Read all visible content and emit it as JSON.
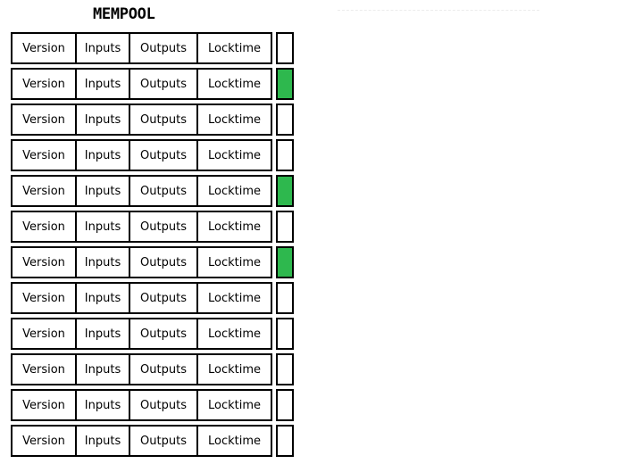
{
  "page": {
    "title": "MEMPOOL",
    "background_color": "#ffffff"
  },
  "colors": {
    "border": "#000000",
    "text": "#000000",
    "indicator_on": "#2eb84e",
    "indicator_off": "#ffffff",
    "faint_divider": "#ececec"
  },
  "mempool": {
    "heading": "MEMPOOL",
    "field_labels": {
      "version": "Version",
      "inputs": "Inputs",
      "outputs": "Outputs",
      "locktime": "Locktime"
    },
    "row_count": 12,
    "selected_row_indices": [
      1,
      4,
      6
    ],
    "rows": [
      {
        "version": "Version",
        "inputs": "Inputs",
        "outputs": "Outputs",
        "locktime": "Locktime",
        "selected": false
      },
      {
        "version": "Version",
        "inputs": "Inputs",
        "outputs": "Outputs",
        "locktime": "Locktime",
        "selected": true
      },
      {
        "version": "Version",
        "inputs": "Inputs",
        "outputs": "Outputs",
        "locktime": "Locktime",
        "selected": false
      },
      {
        "version": "Version",
        "inputs": "Inputs",
        "outputs": "Outputs",
        "locktime": "Locktime",
        "selected": false
      },
      {
        "version": "Version",
        "inputs": "Inputs",
        "outputs": "Outputs",
        "locktime": "Locktime",
        "selected": true
      },
      {
        "version": "Version",
        "inputs": "Inputs",
        "outputs": "Outputs",
        "locktime": "Locktime",
        "selected": false
      },
      {
        "version": "Version",
        "inputs": "Inputs",
        "outputs": "Outputs",
        "locktime": "Locktime",
        "selected": true
      },
      {
        "version": "Version",
        "inputs": "Inputs",
        "outputs": "Outputs",
        "locktime": "Locktime",
        "selected": false
      },
      {
        "version": "Version",
        "inputs": "Inputs",
        "outputs": "Outputs",
        "locktime": "Locktime",
        "selected": false
      },
      {
        "version": "Version",
        "inputs": "Inputs",
        "outputs": "Outputs",
        "locktime": "Locktime",
        "selected": false
      },
      {
        "version": "Version",
        "inputs": "Inputs",
        "outputs": "Outputs",
        "locktime": "Locktime",
        "selected": false
      },
      {
        "version": "Version",
        "inputs": "Inputs",
        "outputs": "Outputs",
        "locktime": "Locktime",
        "selected": false
      }
    ]
  }
}
